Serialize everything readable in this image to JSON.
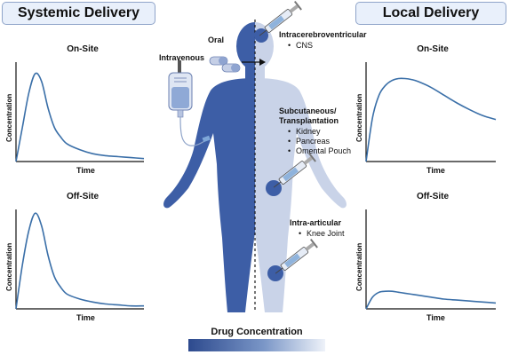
{
  "headers": {
    "systemic": "Systemic Delivery",
    "local": "Local Delivery"
  },
  "routes": {
    "oral": "Oral",
    "intravenous": "Intravenous",
    "icv": "Intracerebroventricular",
    "icv_sites": [
      "CNS"
    ],
    "subcutaneous_1": "Subcutaneous/",
    "subcutaneous_2": "Transplantation",
    "subcutaneous_sites": [
      "Kidney",
      "Pancreas",
      "Omental Pouch"
    ],
    "intra_articular": "Intra-articular",
    "intra_articular_sites": [
      "Knee Joint"
    ]
  },
  "gradient_label": "Drug Concentration",
  "colors": {
    "curve": "#3a6fa8",
    "body_dark": "#3d5ea6",
    "body_light": "#c9d3e8",
    "header_fill": "#e9f0fb",
    "header_border": "#8fa4c9",
    "injection_site": "#3d5ea6"
  },
  "icons": {
    "iv_bag": "iv-bag-icon",
    "pill": "pill-icon",
    "syringe": "syringe-icon"
  },
  "chart_data": [
    {
      "type": "line",
      "title": "On-Site",
      "xlabel": "Time",
      "ylabel": "Concentration",
      "profile": "sharp-peak-then-decay",
      "x": [
        0,
        0.05,
        0.1,
        0.15,
        0.2,
        0.25,
        0.3,
        0.35,
        0.4,
        0.5,
        0.6,
        0.7,
        0.8,
        0.9,
        1.0
      ],
      "y": [
        0.0,
        0.35,
        0.7,
        0.9,
        0.82,
        0.55,
        0.35,
        0.25,
        0.18,
        0.12,
        0.08,
        0.06,
        0.05,
        0.04,
        0.03
      ],
      "ylim": [
        0,
        1
      ],
      "grid": false
    },
    {
      "type": "line",
      "title": "Off-Site",
      "xlabel": "Time",
      "ylabel": "Concentration",
      "profile": "sharp-peak-then-decay",
      "x": [
        0,
        0.05,
        0.1,
        0.15,
        0.2,
        0.25,
        0.3,
        0.35,
        0.4,
        0.5,
        0.6,
        0.7,
        0.8,
        0.9,
        1.0
      ],
      "y": [
        0.0,
        0.45,
        0.8,
        0.98,
        0.85,
        0.55,
        0.33,
        0.22,
        0.15,
        0.1,
        0.07,
        0.05,
        0.04,
        0.03,
        0.03
      ],
      "ylim": [
        0,
        1
      ],
      "grid": false
    },
    {
      "type": "line",
      "title": "On-Site",
      "xlabel": "Time",
      "ylabel": "Concentration",
      "profile": "rapid-rise-sustained",
      "x": [
        0,
        0.05,
        0.1,
        0.15,
        0.2,
        0.25,
        0.3,
        0.35,
        0.4,
        0.5,
        0.6,
        0.7,
        0.8,
        0.9,
        1.0
      ],
      "y": [
        0.0,
        0.45,
        0.68,
        0.78,
        0.83,
        0.85,
        0.85,
        0.84,
        0.82,
        0.76,
        0.68,
        0.6,
        0.53,
        0.47,
        0.43
      ],
      "ylim": [
        0,
        1
      ],
      "grid": false
    },
    {
      "type": "line",
      "title": "Off-Site",
      "xlabel": "Time",
      "ylabel": "Concentration",
      "profile": "low-flat",
      "x": [
        0,
        0.05,
        0.1,
        0.15,
        0.2,
        0.25,
        0.3,
        0.35,
        0.4,
        0.5,
        0.6,
        0.7,
        0.8,
        0.9,
        1.0
      ],
      "y": [
        0.0,
        0.12,
        0.17,
        0.18,
        0.18,
        0.17,
        0.16,
        0.15,
        0.14,
        0.12,
        0.1,
        0.09,
        0.08,
        0.07,
        0.06
      ],
      "ylim": [
        0,
        1
      ],
      "grid": false
    }
  ]
}
